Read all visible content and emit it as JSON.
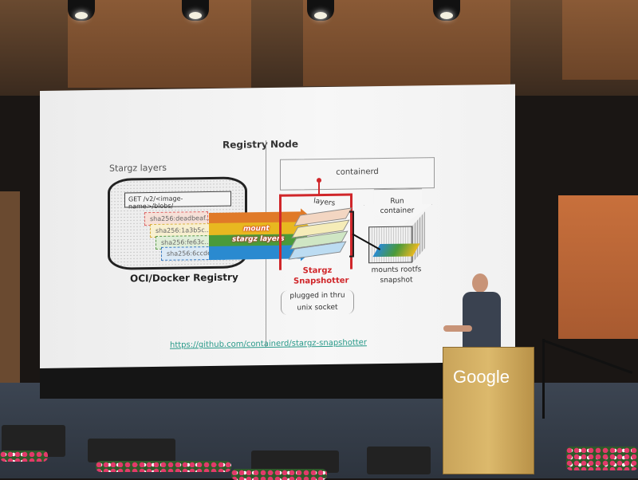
{
  "slide": {
    "header_left": "Registry",
    "header_right": "Node",
    "stargz_layers_label": "Stargz layers",
    "get_request": "GET /v2/<image-name>/blobs/",
    "hashes": [
      "sha256:deadbeaf...",
      "sha256:1a3b5c...",
      "sha256:fe63c...",
      "sha256:6ccde1..."
    ],
    "arrow_label_1": "mount",
    "arrow_label_2": "stargz layers",
    "registry_label": "OCI/Docker Registry",
    "containerd_label": "containerd",
    "layers_label": "layers",
    "run_container_label": "Run container",
    "snapshotter_label": "Stargz Snapshotter",
    "plugged_label": "plugged in thru unix socket",
    "mounts_label": "mounts rootfs snapshot",
    "url": "https://github.com/containerd/stargz-snapshotter"
  },
  "podium": {
    "brand": "Google"
  },
  "colors": {
    "accent_red": "#d0262a",
    "orange": "#e07a28",
    "yellow": "#e8b820",
    "green": "#4a9a3a",
    "blue": "#2a8ad0"
  }
}
